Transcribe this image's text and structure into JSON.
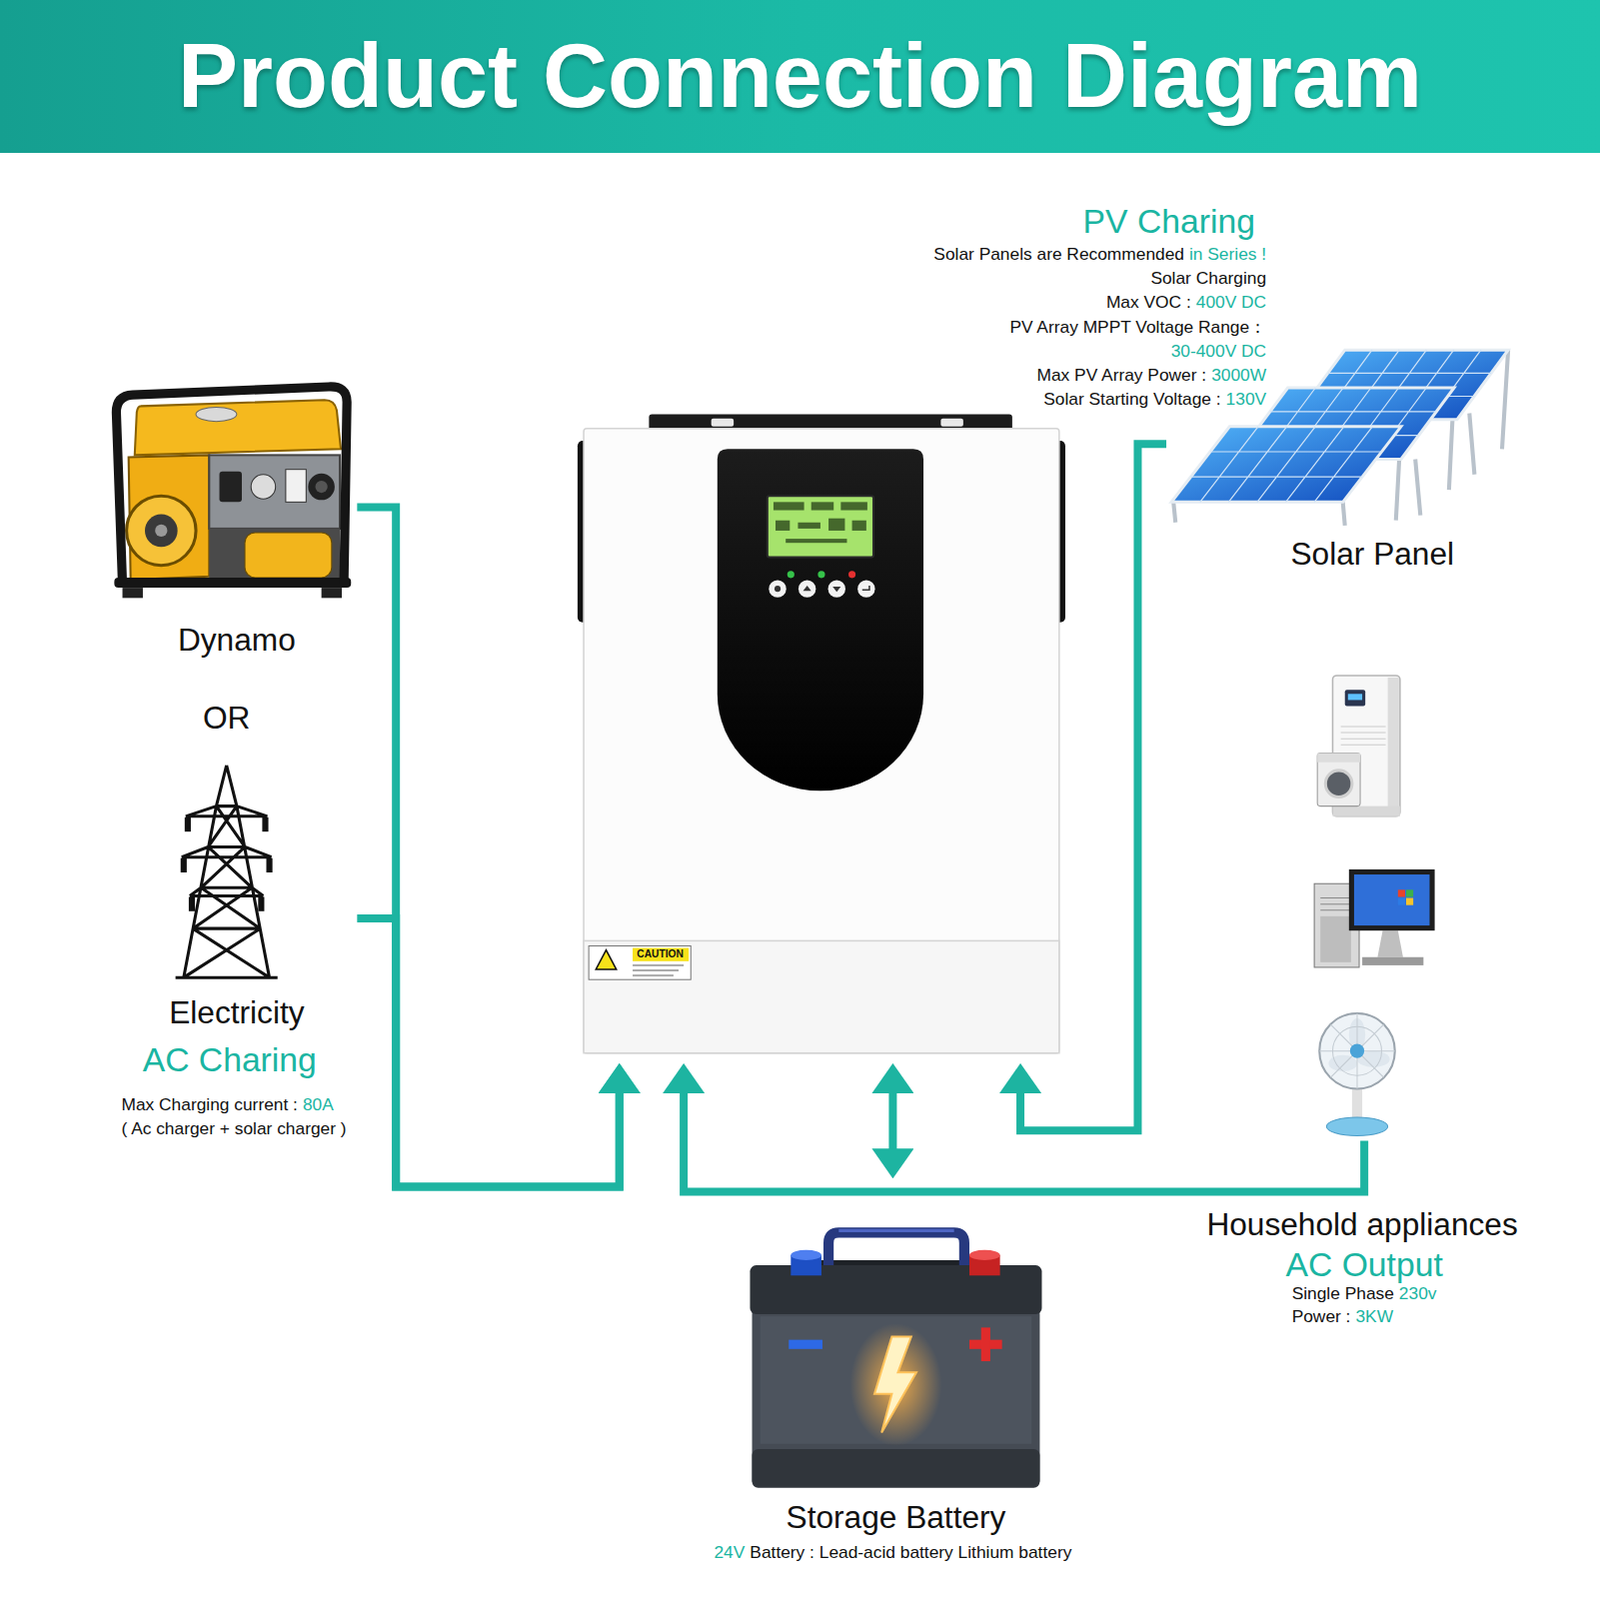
{
  "diagram": {
    "title": "Product Connection Diagram",
    "nodes": [
      {
        "text": [
          "Dynamo"
        ]
      },
      {
        "text": [
          "Electricity"
        ]
      },
      {
        "text": [
          "CAUTION"
        ]
      },
      {
        "text": [
          "Solar Panel"
        ]
      },
      {
        "text": [
          "Household appliances"
        ]
      },
      {
        "text": [
          "Storage Battery"
        ]
      }
    ],
    "edges": [
      {
        "from": 0,
        "to": 2,
        "arrow": "to"
      },
      {
        "from": 1,
        "to": 2,
        "arrow": "to"
      },
      {
        "from": 3,
        "to": 2,
        "arrow": "to"
      },
      {
        "from": 4,
        "to": 2,
        "arrow": "to"
      },
      {
        "from": 2,
        "to": 5,
        "arrow": "both"
      }
    ],
    "labels": [
      "PV Charing",
      "Solar Panels are Recommended",
      "in Series !",
      "Solar Charging",
      "Max VOC :",
      "400V DC",
      "PV Array MPPT Voltage Range：",
      "30-400V DC",
      "Max PV Array Power :",
      "3000W",
      "Solar Starting Voltage :",
      "130V",
      "OR",
      "AC Charing",
      "Max Charging current :",
      "80A",
      "( Ac charger + solar charger )",
      "AC Output",
      "Single Phase",
      "230v",
      "Power :",
      "3KW",
      "24V",
      "Battery : Lead-acid battery Lithium battery"
    ]
  }
}
